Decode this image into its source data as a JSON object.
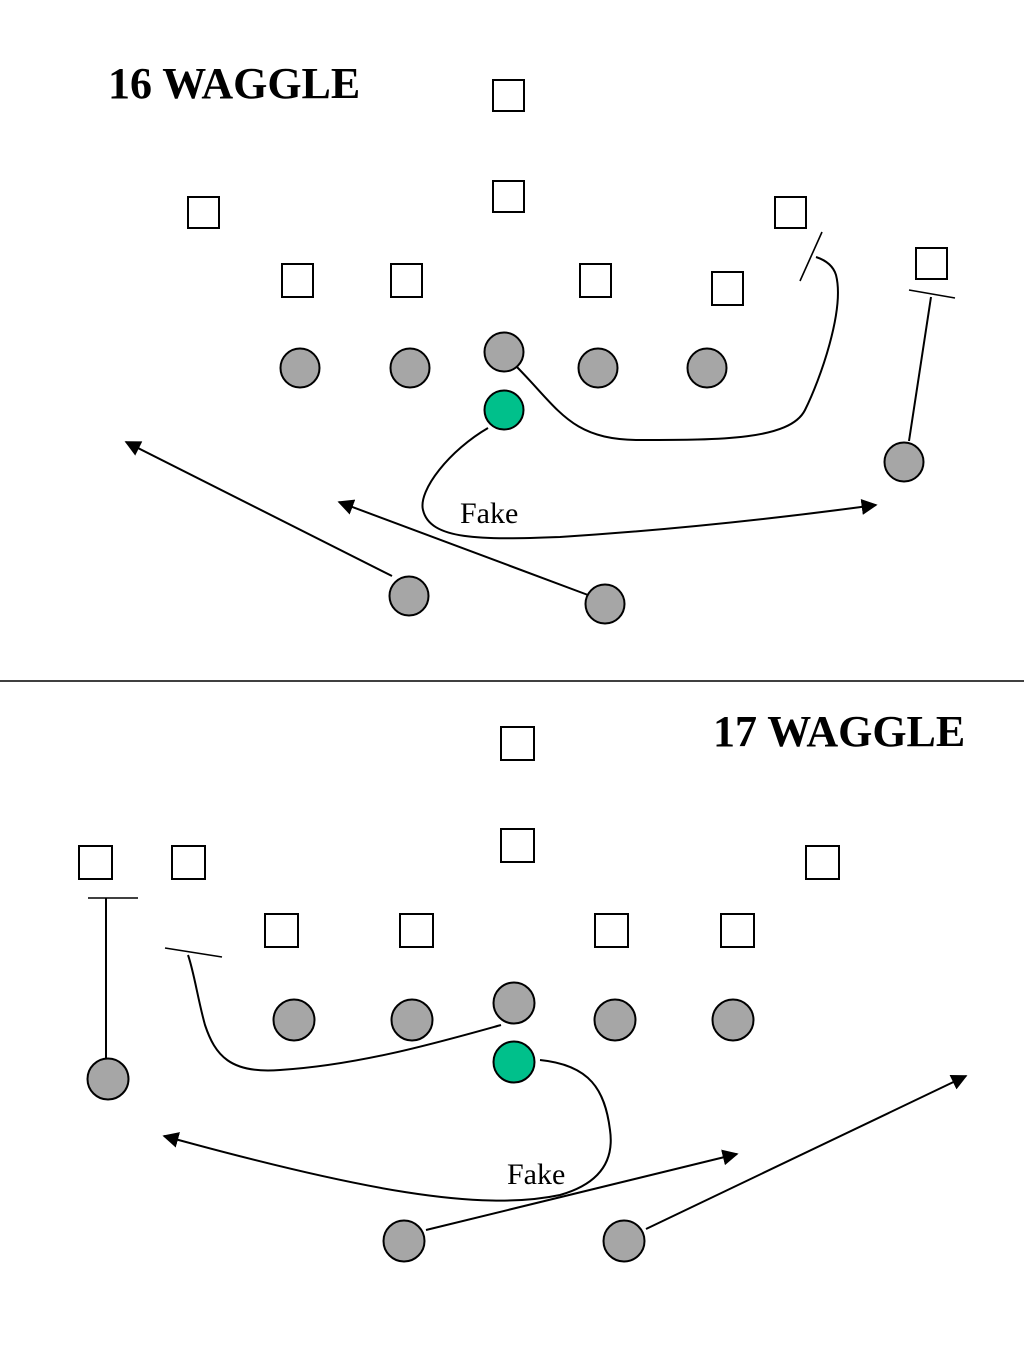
{
  "plays": [
    {
      "title": "16 WAGGLE",
      "fake_label": "Fake"
    },
    {
      "title": "17 WAGGLE",
      "fake_label": "Fake"
    }
  ],
  "colors": {
    "offense": "#a6a6a6",
    "quarterback": "#00c08b",
    "defense": "#ffffff",
    "lines": "#000000"
  }
}
